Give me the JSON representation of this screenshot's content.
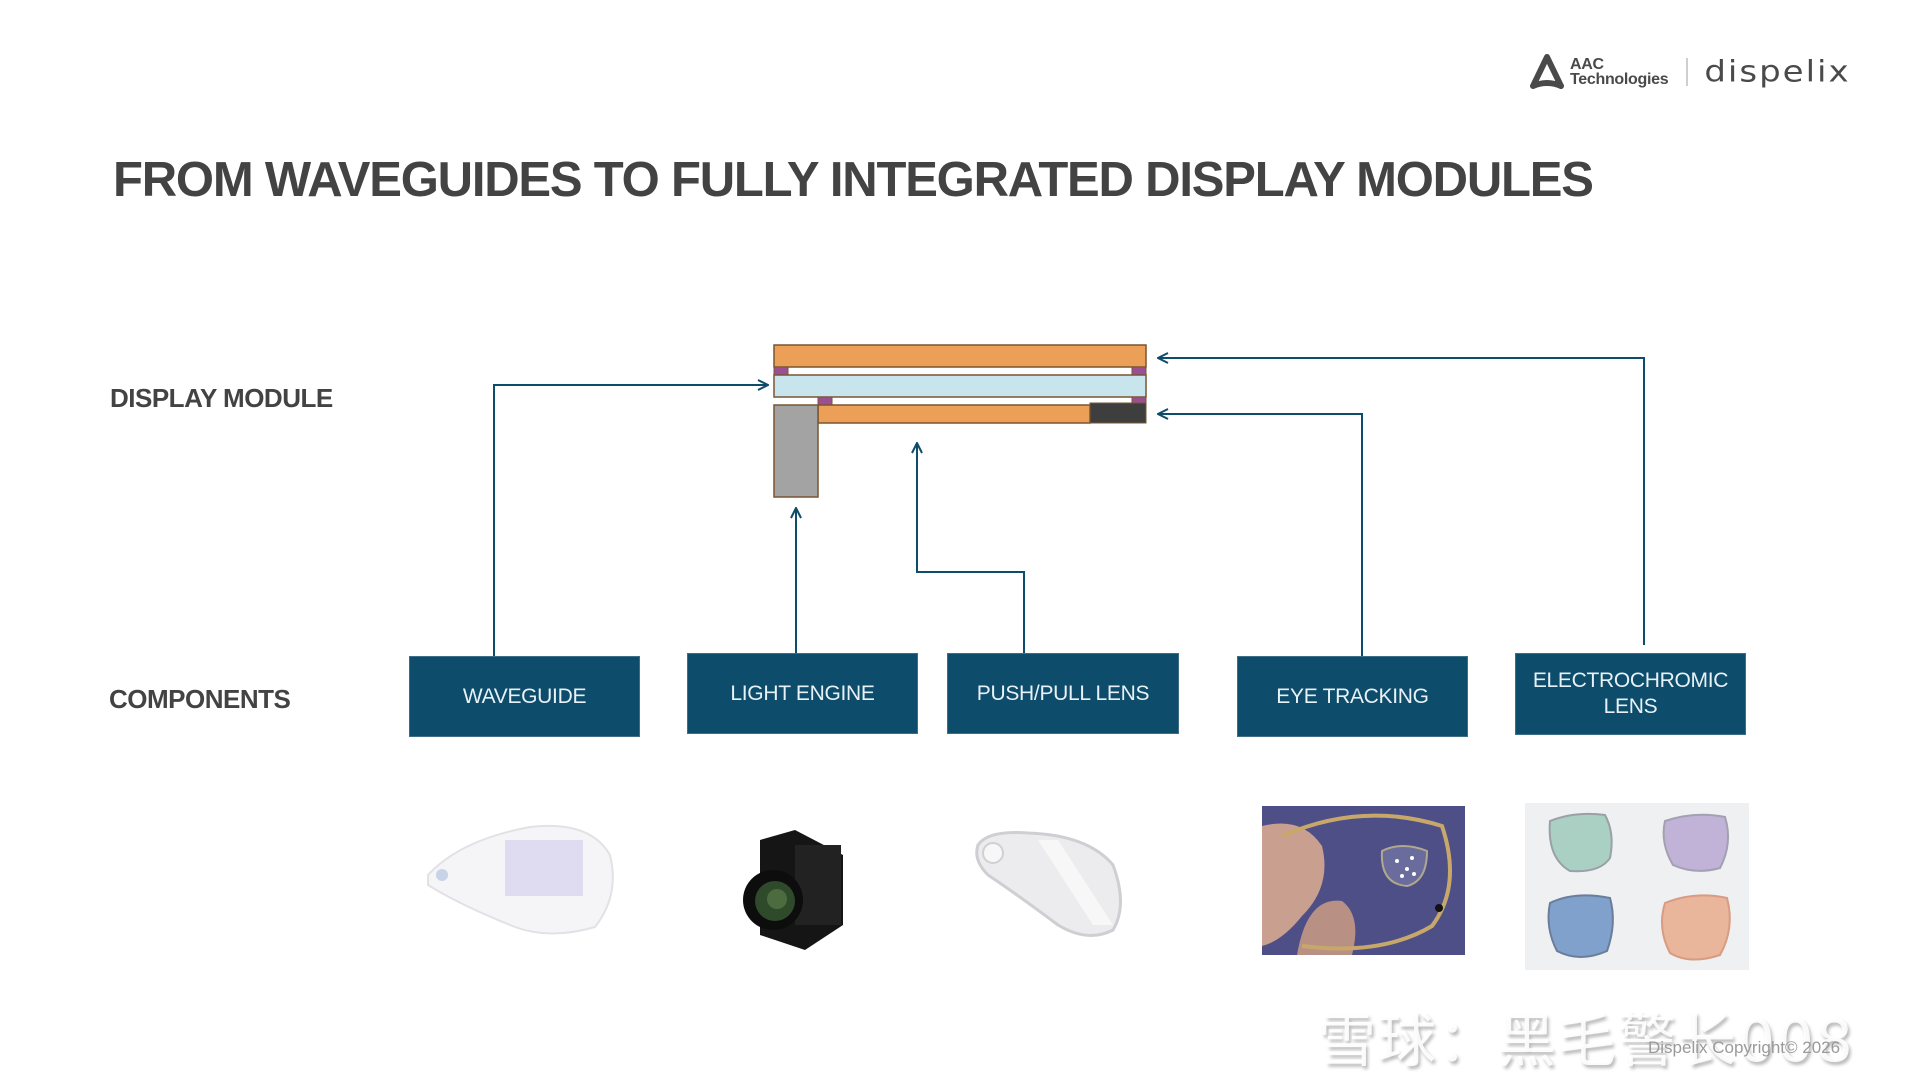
{
  "header": {
    "logo_aac_line1": "AAC",
    "logo_aac_line2": "Technologies",
    "logo_dispelix": "dispelix"
  },
  "title": "FROM WAVEGUIDES TO FULLY INTEGRATED DISPLAY MODULES",
  "row_labels": {
    "display_module": "DISPLAY MODULE",
    "components": "COMPONENTS"
  },
  "components": [
    {
      "label": "WAVEGUIDE",
      "image": "waveguide-photo"
    },
    {
      "label": "LIGHT ENGINE",
      "image": "light-engine-photo"
    },
    {
      "label": "PUSH/PULL LENS",
      "image": "push-pull-lens-photo"
    },
    {
      "label": "EYE TRACKING",
      "image": "eye-tracking-photo"
    },
    {
      "label": "ELECTROCHROMIC LENS",
      "image": "electrochromic-lens-photo"
    }
  ],
  "display_module_layers": [
    {
      "name": "outer-lens",
      "color": "#ec9f57"
    },
    {
      "name": "waveguide-layer",
      "color": "#c8e4ed"
    },
    {
      "name": "inner-lens",
      "color": "#ec9f57"
    },
    {
      "name": "eye-tracking-block",
      "color": "#3e3e3e"
    },
    {
      "name": "light-engine-block",
      "color": "#a3a3a3"
    },
    {
      "name": "spacer",
      "color": "#9a4f93"
    }
  ],
  "colors": {
    "accent": "#0d4c6b",
    "arrow": "#0d4c6b",
    "title": "#434343",
    "layer_border": "#7a5532"
  },
  "watermark": "雪球：黑毛警长008",
  "footer": {
    "copyright": "Dispelix Copyright© 2026"
  }
}
